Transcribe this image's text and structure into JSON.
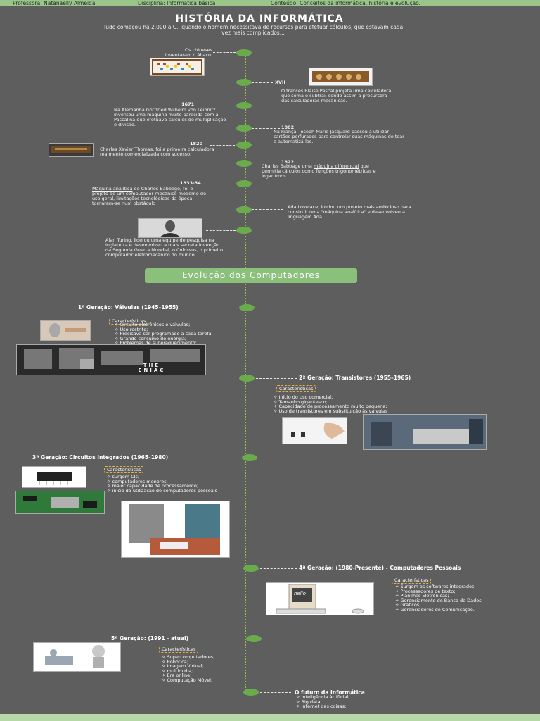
{
  "top_bar": {
    "teacher": "Professora: Natanaelly Almeida",
    "subject": "Disciplina: Informática básica",
    "content": "Conteúdo: Conceitos da informática, história e evolução."
  },
  "title": "HISTÓRIA DA INFORMÁTICA",
  "subtitle": "Tudo começou há 2.000 a.C., quando o homem necessitava de recursos para efetuar cálculos, que estavam cada vez mais complicados...",
  "timeline": {
    "abacus": "Os chineses inventaram o ábaco.",
    "xvii_date": "XVII",
    "xvii_text": "O francês Blaise Pascal projeta uma calculadora que soma e subtrai, sendo assim a precursora das calculadoras mecânicas.",
    "d1671_date": "1671",
    "d1671_text": "Na Alemanha Gottfried Wilhelm von Leibnitz inventou uma máquina muito parecida com a Pascalina que efetuava cálculos de multiplicação e divisão.",
    "d1802_date": "1802",
    "d1802_text": "Na França, Joseph Marie Jacquard passou a utilizar cartões perfurados para controlar suas máquinas de tear e automatizá-las.",
    "d1820_date": "1820",
    "d1820_text": "Charles Xavier Thomas, foi a primeira calculadora realmente comercializada com sucesso.",
    "d1822_date": "1822",
    "d1822_text_a": "Charles Babbage uma ",
    "d1822_link": "máquina diferencial",
    "d1822_text_b": " que permitia cálculos como funções trigonométricas e logaritmos.",
    "d1833_date": "1833-34",
    "d1833_link": "Máquina analítica",
    "d1833_text": " de Charles Babbage, foi o projeto de um computador mecânico moderno de uso geral, limitações tecnológicas da época tornaram-se num obstáculo",
    "ada_text": "Ada Lovelace, iniciou um projeto mais ambicioso para construir uma \"máquina analítica\" e desenvolveu a linguagem Ada.",
    "turing_text": "Alan Turing, liderou uma equipe de pesquisa na Inglaterra e desenvolveu a mais secreta invenção da Segunda Guerra Mundial, o Colossus, o primeiro computador eletromecânico do mundo."
  },
  "evolution_title": "Evolução dos Computadores",
  "characteristics_label": "Características",
  "generations": [
    {
      "title": "1ª Geração: Válvulas (1945–1955)",
      "items": [
        "Circuito eletrônicos e válvulas;",
        "Uso restrito;",
        "Precisava ser programado a cada tarefa;",
        "Grande consumo de energia;",
        "Problemas de superaquecimento;"
      ]
    },
    {
      "title": "2ª Geração:  Transistores (1955–1965)",
      "items": [
        "Início do uso comercial;",
        "Tamanho gigantesco;",
        "Capacidade de processamento muito pequena;",
        "Uso de transistores em substituição às válvulas"
      ]
    },
    {
      "title": "3ª Geração: Circuitos Integrados (1965–1980)",
      "items": [
        "surgem CIs;",
        "computadores menores;",
        "maior capacidade de processamento;",
        "início da utilização de computadores pessoais"
      ]
    },
    {
      "title": "4ª Geração: (1980-Presente) - Computadores Pessoais",
      "items": [
        "Surgem os softwares integrados;",
        "Processadores de texto;",
        "Planilhas Eletrônicas;",
        "Gerenciamento de Banco de Dados;",
        "Gráficos;",
        "Gerenciadores de Comunicação."
      ]
    },
    {
      "title": "5ª Geração: (1991 -  atual)",
      "items": [
        "Supercomputadores;",
        "Robótica;",
        "Imagem Virtual;",
        "multimídia;",
        "Era online;",
        "Computação Móvel;"
      ]
    }
  ],
  "future": {
    "title": "O futuro da Informática",
    "items": [
      "Inteligência Artificial;",
      "Big data;",
      "Internet das coisas;"
    ]
  },
  "eniac_label": "THE ENIAC",
  "hello_label": "hello",
  "colors": {
    "background": "#5e5e5e",
    "accent": "#6aab4c",
    "bar": "#9ac58a",
    "badge_border": "#e8b23a"
  }
}
